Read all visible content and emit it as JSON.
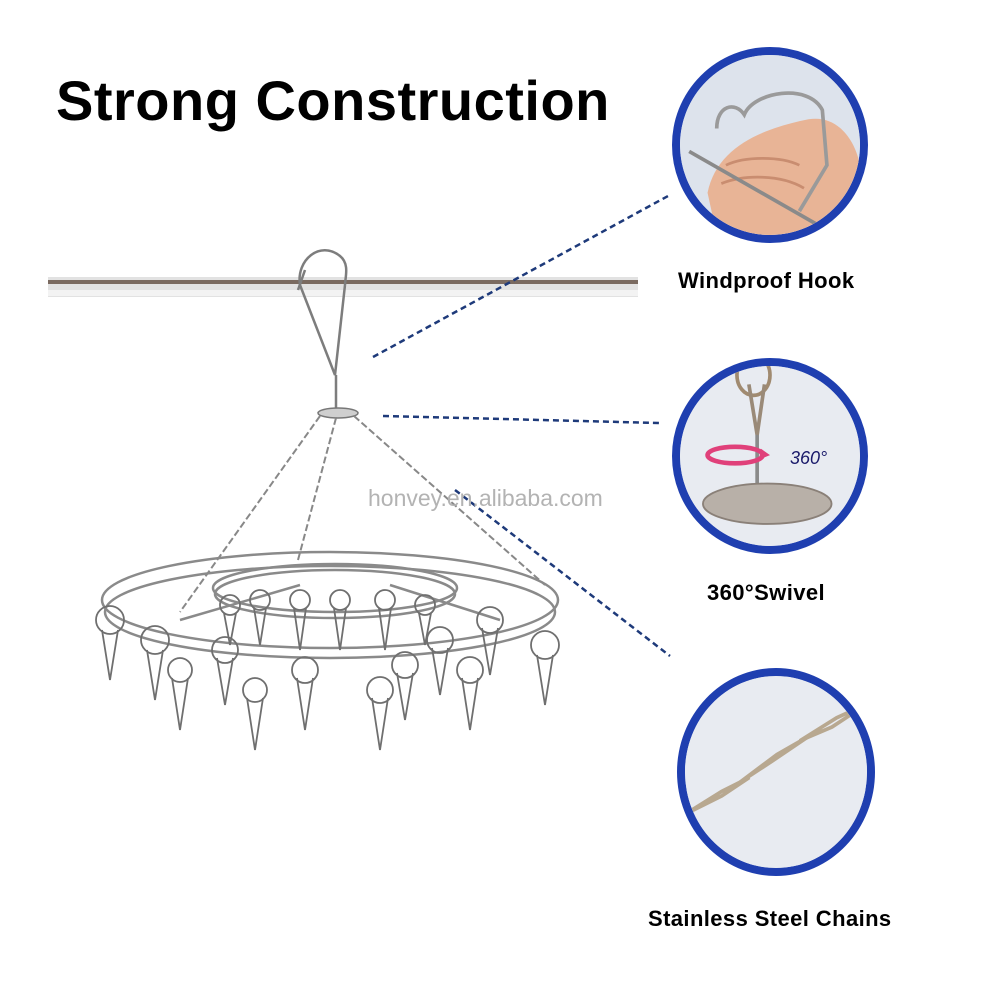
{
  "title": "Strong Construction",
  "watermark": "honvey.en.alibaba.com",
  "colors": {
    "badge_border": "#1f3fb0",
    "leader_line": "#1e3a7a",
    "rotation_arrow": "#e0407a",
    "steel": "#8c8c8c"
  },
  "features": [
    {
      "label": "Windproof Hook",
      "icon": "hook-icon"
    },
    {
      "label": "360°Swivel",
      "icon": "swivel-icon",
      "rotation_label": "360°"
    },
    {
      "label": "Stainless Steel Chains",
      "icon": "chain-icon"
    }
  ]
}
